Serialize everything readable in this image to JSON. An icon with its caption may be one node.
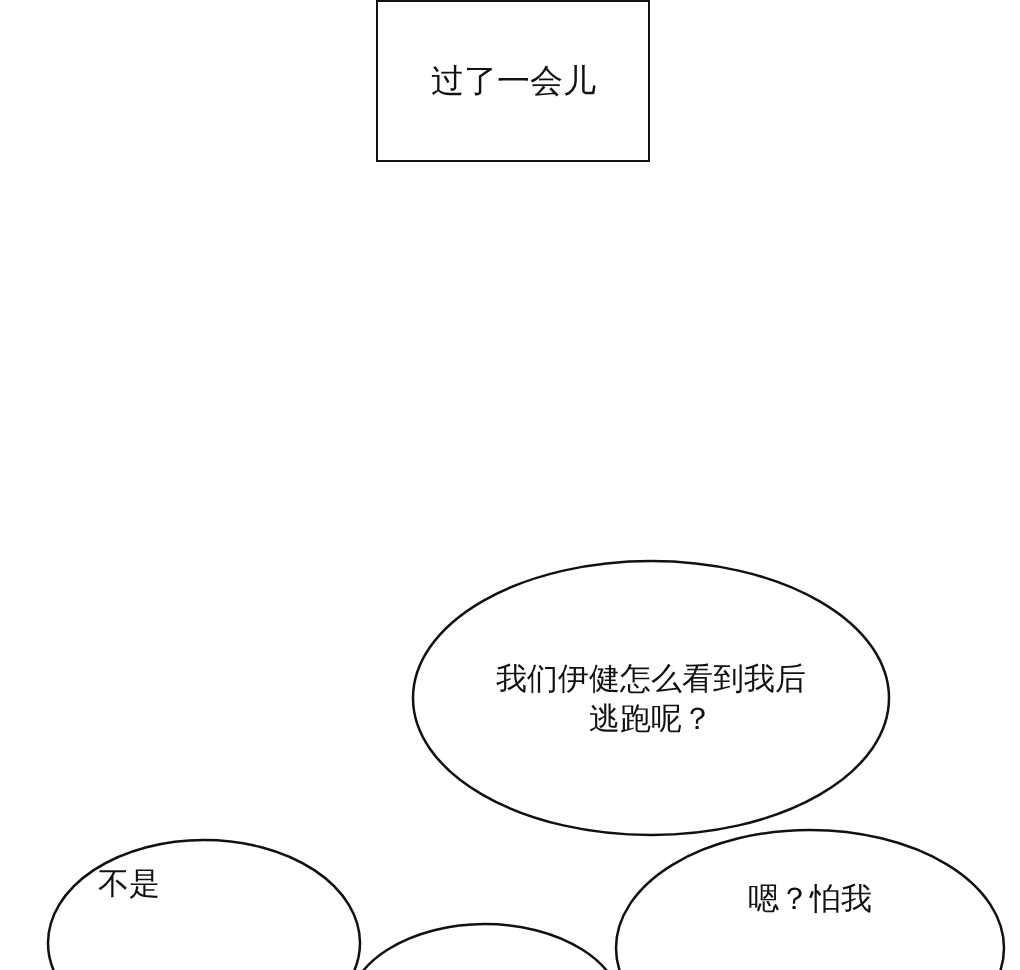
{
  "diagram": {
    "nodes": [
      {
        "text": [
          "过了一会儿"
        ]
      },
      {
        "text": [
          "我们伊健怎么看到我后逃跑呢？"
        ]
      },
      {
        "text": [
          "不是"
        ]
      },
      {
        "text": [],
        "shape": "circle"
      },
      {
        "text": [
          "嗯？怕我"
        ]
      }
    ]
  }
}
